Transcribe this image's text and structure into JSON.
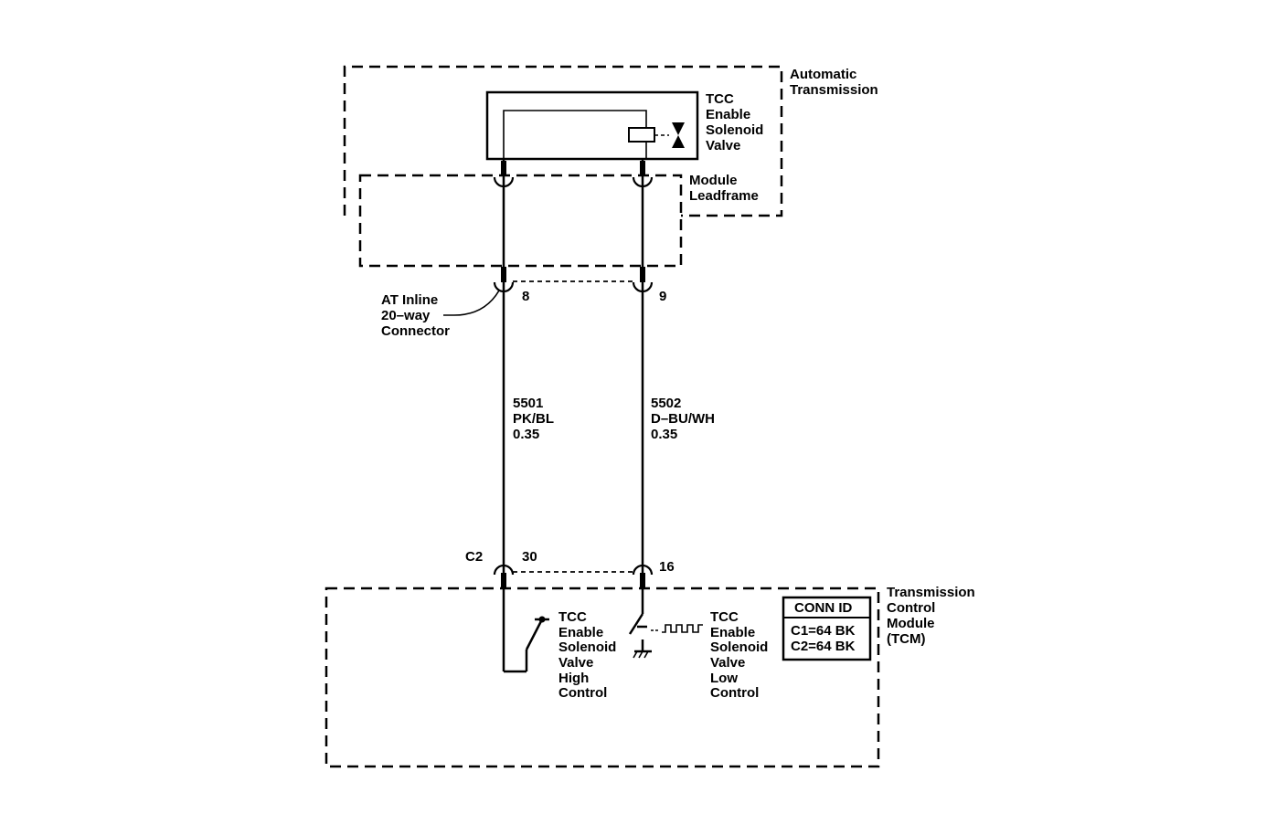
{
  "transmission": {
    "label": [
      "Automatic",
      "Transmission"
    ]
  },
  "solenoid": {
    "label": [
      "TCC",
      "Enable",
      "Solenoid",
      "Valve"
    ]
  },
  "leadframe": {
    "label": [
      "Module",
      "Leadframe"
    ]
  },
  "inline_connector": {
    "label": [
      "AT Inline",
      "20–way",
      "Connector"
    ],
    "pins": [
      "8",
      "9"
    ]
  },
  "wires": [
    {
      "circuit": "5501",
      "color": "PK/BL",
      "gauge": "0.35"
    },
    {
      "circuit": "5502",
      "color": "D–BU/WH",
      "gauge": "0.35"
    }
  ],
  "tcm_connector": {
    "name": "C2",
    "pins": [
      "30",
      "16"
    ]
  },
  "tcm": {
    "label": [
      "Transmission",
      "Control",
      "Module",
      "(TCM)"
    ],
    "high_control": [
      "TCC",
      "Enable",
      "Solenoid",
      "Valve",
      "High",
      "Control"
    ],
    "low_control": [
      "TCC",
      "Enable",
      "Solenoid",
      "Valve",
      "Low",
      "Control"
    ]
  },
  "conn_id": {
    "title": "CONN ID",
    "rows": [
      "C1=64 BK",
      "C2=64 BK"
    ]
  }
}
